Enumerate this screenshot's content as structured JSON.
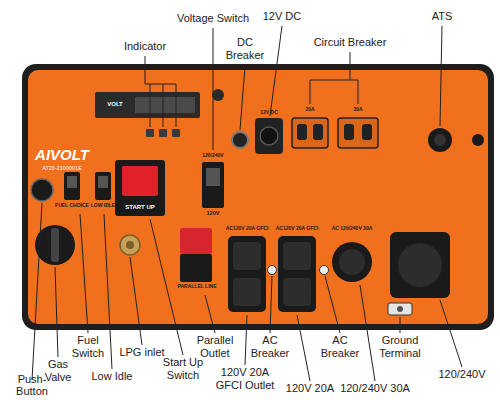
{
  "diagram": {
    "labels": [
      "Voltage Switch",
      "12V DC",
      "ATS",
      "Indicator",
      "DC Breaker",
      "Circuit Breaker",
      "Push-Button",
      "Gas Valve",
      "Fuel Switch",
      "Low Idle",
      "LPG inlet",
      "Start Up Switch",
      "Parallel Outlet",
      "120V 20A GFCI Outlet",
      "AC Breaker",
      "AC Breaker",
      "Ground Terminal",
      "120V 20A",
      "120/240V 30A",
      "120/240V",
      "AIVOLT",
      "AT20-2100001E",
      "START UP",
      "FUEL CHOICE",
      "LOW IDLE",
      "PARALLEL LINE",
      "VOLT",
      "120V",
      "12V DC",
      "20A",
      "30A",
      "AC120V 20A GFCI",
      "AC120V 20A GFCI",
      "AC 120/240V 30A",
      "120/240V"
    ]
  }
}
